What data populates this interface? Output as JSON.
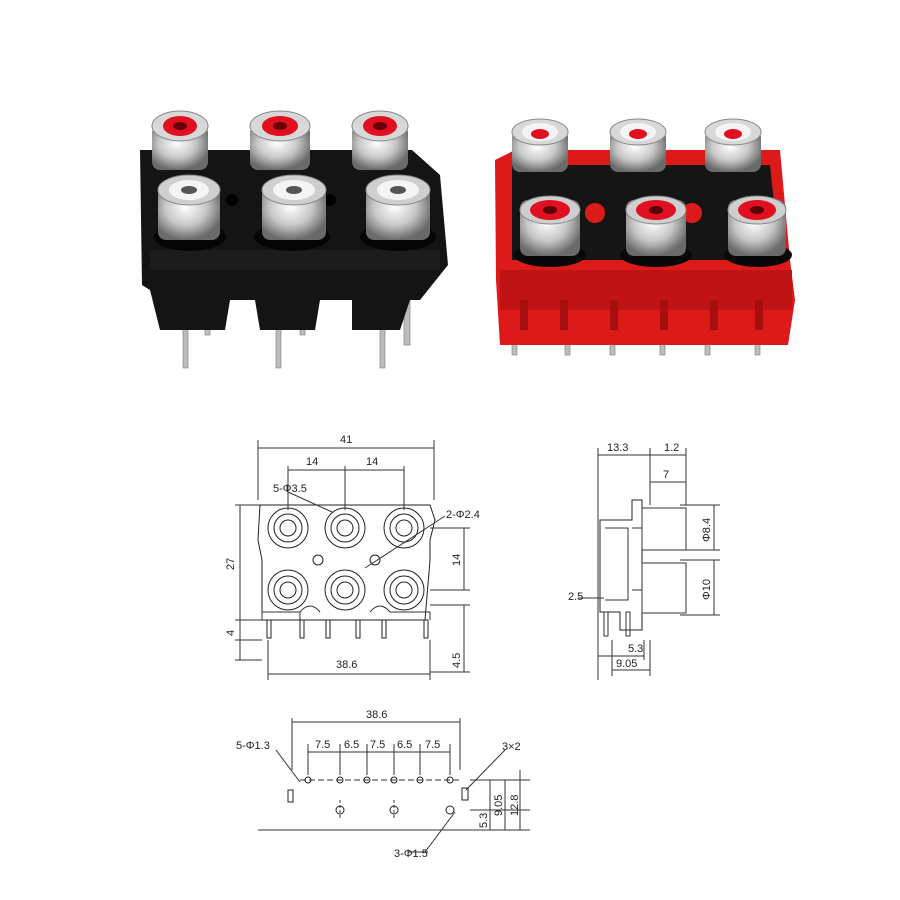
{
  "product_photos": {
    "black_jack": {
      "name": "black-rca-jack-block",
      "housing_color": "#111111",
      "top_ring_color": "#e01020",
      "bottom_ring_color": "#f4f4f4"
    },
    "red_jack": {
      "name": "red-rca-jack-block",
      "housing_color": "#dd1a1a",
      "top_ring_color": "#f4f4f4",
      "bottom_ring_color": "#e01020"
    }
  },
  "front_view": {
    "overall_width": "41",
    "pitch_left": "14",
    "pitch_right": "14",
    "hole_callout": "5-Φ3.5",
    "mount_hole_callout": "2-Φ2.4",
    "height": "27",
    "row_spacing": "14",
    "pin_length": "4",
    "base_width": "38.6",
    "lead_length": "4.5"
  },
  "side_view": {
    "depth": "13.3",
    "flange": "1.2",
    "sleeve_length": "7",
    "upper_diameter": "Φ8.4",
    "lower_diameter": "Φ10",
    "offset": "2.5",
    "pin_offset_a": "5.3",
    "pin_offset_b": "9.05"
  },
  "pcb_layout": {
    "overall_width": "38.6",
    "pin_callout": "5-Φ1.3",
    "spacings": [
      "7.5",
      "6.5",
      "7.5",
      "6.5",
      "7.5"
    ],
    "slot_callout": "3×2",
    "hole_callout": "3-Φ1.5",
    "dim_a": "5.3",
    "dim_b": "9.05",
    "dim_c": "12.8"
  },
  "colors": {
    "line": "#333333",
    "text": "#222222"
  }
}
